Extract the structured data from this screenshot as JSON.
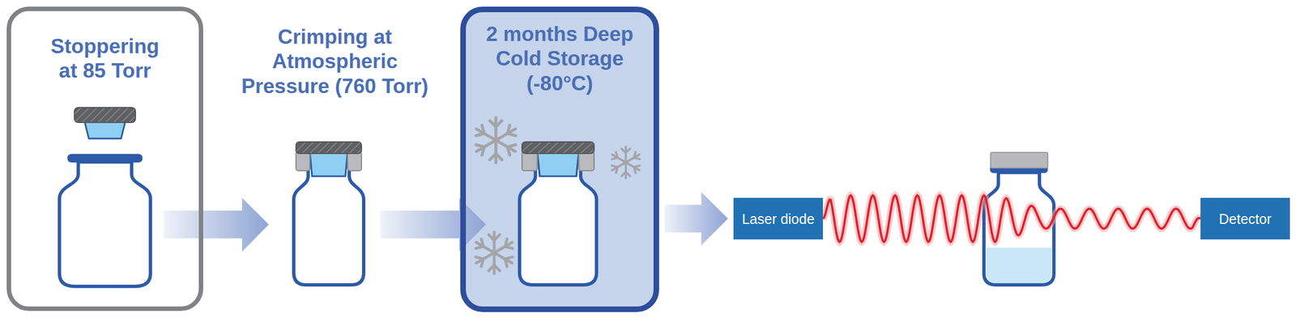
{
  "diagram": {
    "nodes": [
      {
        "text": [
          "Stoppering at 85 Torr"
        ]
      },
      {
        "text": [
          "2 months Deep Cold Storage (-80°C)"
        ]
      },
      {
        "text": [
          "Laser diode"
        ]
      },
      {
        "text": [
          "Detector"
        ]
      }
    ],
    "edges": [
      {
        "from": 1,
        "to": 2,
        "arrow": "to"
      },
      {
        "from": 2,
        "to": 3,
        "arrow": "none"
      }
    ],
    "labels": [
      "Crimping at Atmospheric Pressure (760 Torr)"
    ]
  }
}
